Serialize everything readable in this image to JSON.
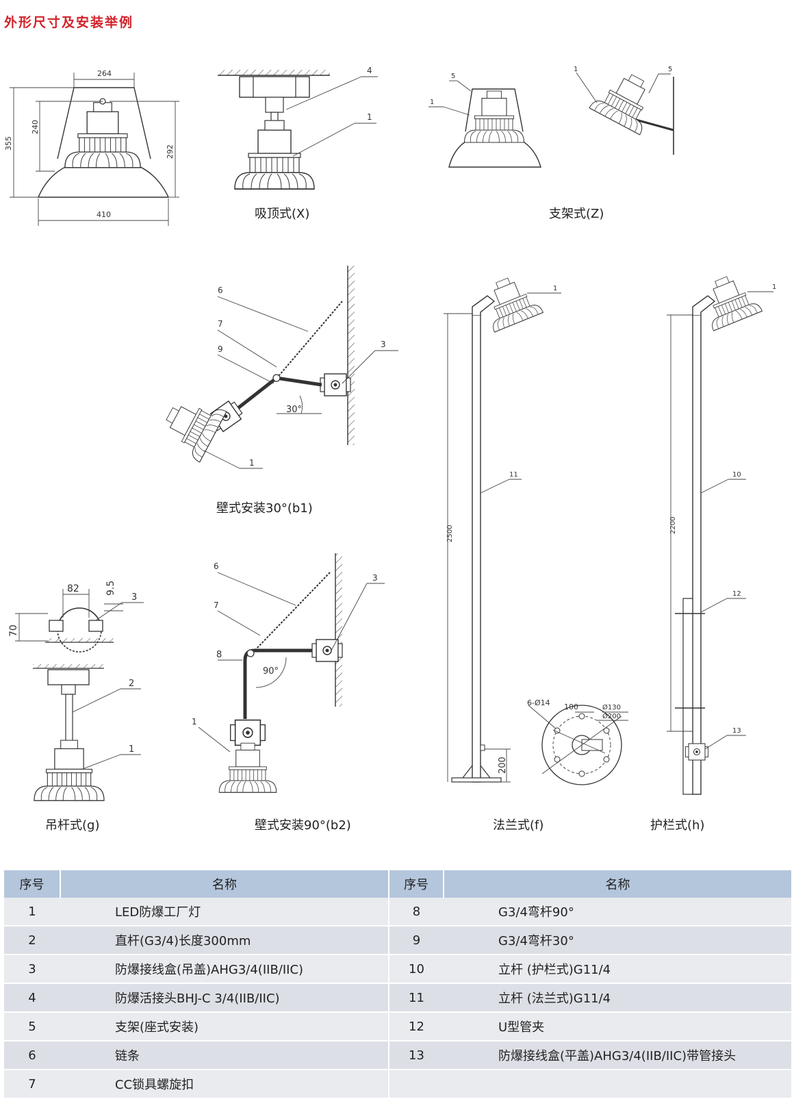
{
  "title": "外形尺寸及安装举例",
  "dimensions": {
    "d264": "264",
    "d240": "240",
    "d355": "355",
    "d292": "292",
    "d410": "410",
    "d82": "82",
    "d95": "9.5",
    "d70": "70",
    "d2500": "2500",
    "d200": "200",
    "d2200": "2200",
    "holes": "6-Ø14",
    "d100": "100",
    "d130": "Ø130",
    "d200dia": "Ø200",
    "angle30": "30°",
    "angle90": "90°"
  },
  "callouts": {
    "x_4": "4",
    "x_1": "1",
    "z_5a": "5",
    "z_1a": "1",
    "z_1b": "1",
    "z_5b": "5",
    "b1_6": "6",
    "b1_7": "7",
    "b1_9": "9",
    "b1_3": "3",
    "b1_1": "1",
    "f_1": "1",
    "f_11": "11",
    "h_1": "1",
    "h_10": "10",
    "h_12": "12",
    "h_13": "13",
    "g_3": "3",
    "g_2": "2",
    "g_1": "1",
    "b2_6": "6",
    "b2_7": "7",
    "b2_3": "3",
    "b2_8": "8",
    "b2_1": "1"
  },
  "captions": {
    "x": "吸顶式(X)",
    "z": "支架式(Z)",
    "b1": "壁式安装30°(b1)",
    "g": "吊杆式(g)",
    "b2": "壁式安装90°(b2)",
    "f": "法兰式(f)",
    "h": "护栏式(h)"
  },
  "table": {
    "headers": [
      "序号",
      "名称",
      "序号",
      "名称"
    ],
    "rows": [
      [
        "1",
        "LED防爆工厂灯",
        "8",
        "G3/4弯杆90°"
      ],
      [
        "2",
        "直杆(G3/4)长度300mm",
        "9",
        "G3/4弯杆30°"
      ],
      [
        "3",
        "防爆接线盒(吊盖)AHG3/4(IIB/IIC)",
        "10",
        "立杆 (护栏式)G11/4"
      ],
      [
        "4",
        "防爆活接头BHJ-C  3/4(IIB/IIC)",
        "11",
        "立杆 (法兰式)G11/4"
      ],
      [
        "5",
        "支架(座式安装)",
        "12",
        "U型管夹"
      ],
      [
        "6",
        "链条",
        "13",
        "防爆接线盒(平盖)AHG3/4(IIB/IIC)带管接头"
      ],
      [
        "7",
        "CC锁具螺旋扣",
        "",
        ""
      ]
    ]
  }
}
